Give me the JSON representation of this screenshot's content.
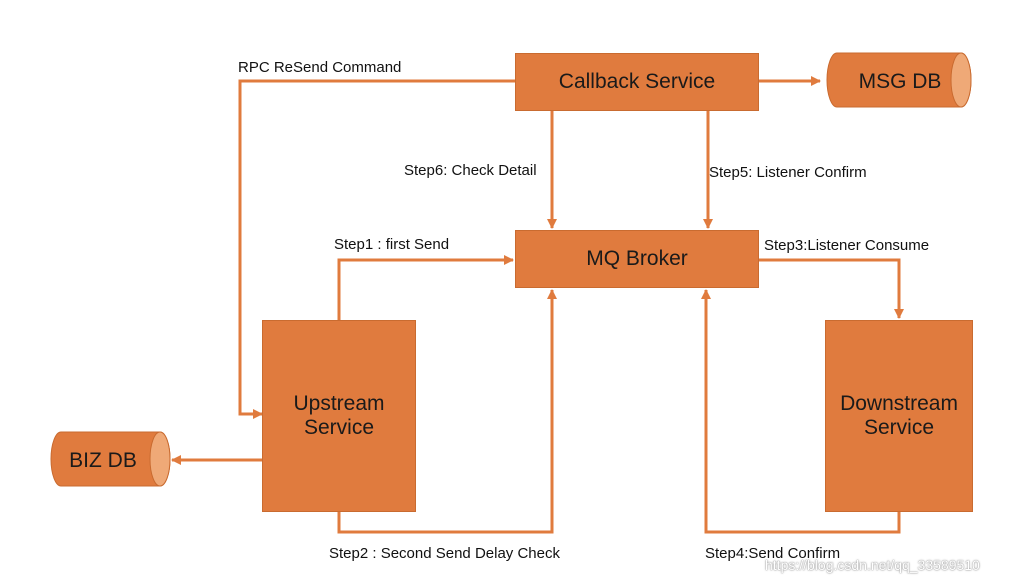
{
  "nodes": {
    "callback_service": "Callback Service",
    "msg_db": "MSG DB",
    "mq_broker": "MQ Broker",
    "upstream_service": "Upstream\nService",
    "downstream_service": "Downstream\nService",
    "biz_db": "BIZ DB"
  },
  "edges": {
    "rpc_resend": "RPC ReSend Command",
    "step1": "Step1 : first Send",
    "step2": "Step2 : Second Send Delay Check",
    "step3": "Step3:Listener Consume",
    "step4": "Step4:Send Confirm",
    "step5": "Step5: Listener Confirm",
    "step6": "Step6: Check Detail"
  },
  "watermark": "https://blog.csdn.net/qq_33589510",
  "colors": {
    "node_fill": "#E07B3E",
    "edge": "#E07B3E"
  }
}
